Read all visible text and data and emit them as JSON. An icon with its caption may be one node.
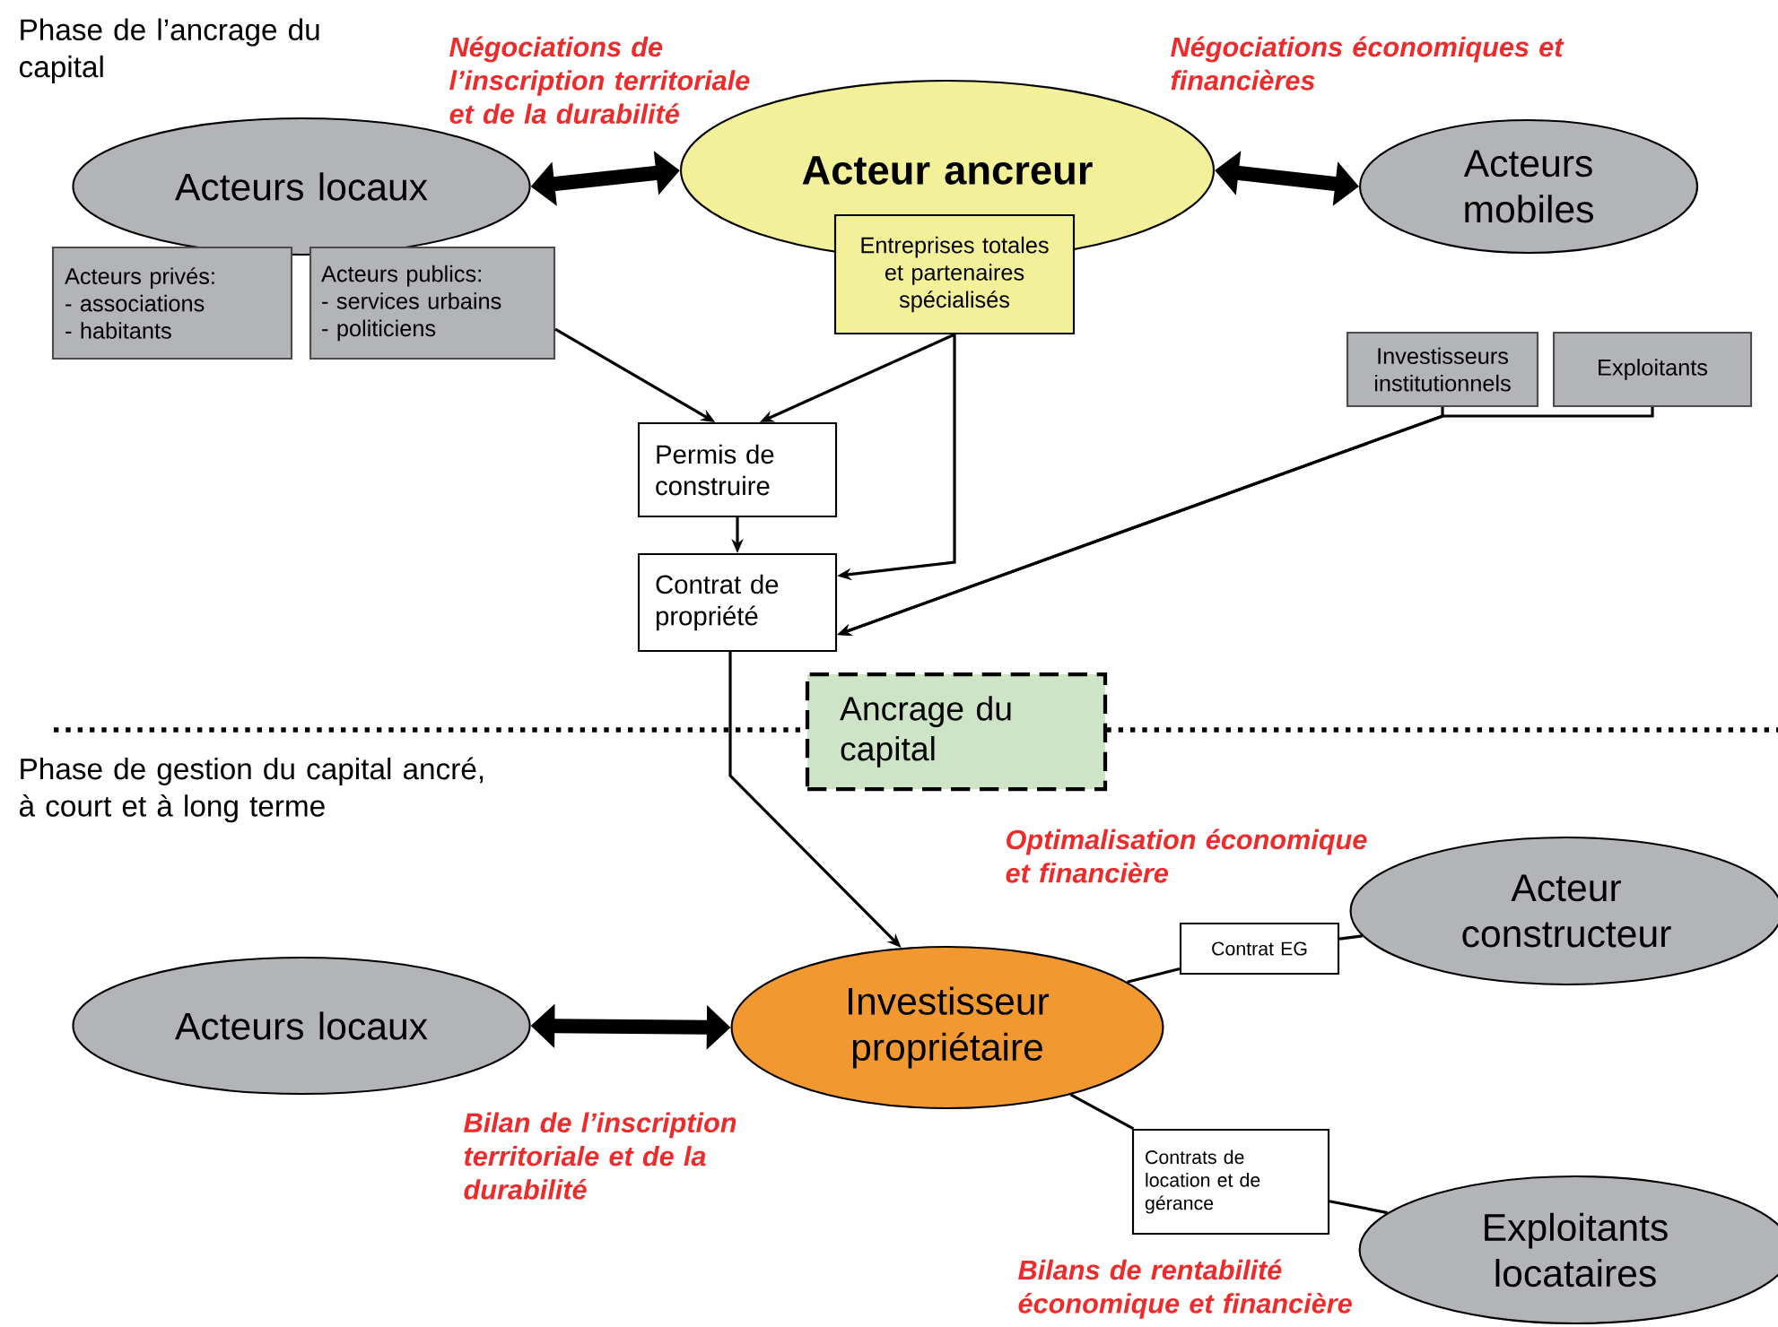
{
  "diagram": {
    "nodes": [
      {
        "text": [
          "Acteurs locaux"
        ]
      },
      {
        "text": [
          "Acteurs privés:",
          "- associations",
          "- habitants"
        ]
      },
      {
        "text": [
          "Acteurs publics:",
          "- services urbains",
          "- politiciens"
        ]
      },
      {
        "text": [
          "Acteur ancreur"
        ]
      },
      {
        "text": [
          "Entreprises totales et partenaires spécialisés"
        ]
      },
      {
        "text": [
          "Acteurs mobiles"
        ]
      },
      {
        "text": [
          "Investisseurs institutionnels"
        ]
      },
      {
        "text": [
          "Exploitants"
        ]
      },
      {
        "text": [
          "Permis de construire"
        ]
      },
      {
        "text": [
          "Contrat de propriété"
        ]
      },
      {
        "text": [
          "Ancrage du capital"
        ]
      },
      {
        "text": [
          "Acteurs locaux"
        ]
      },
      {
        "text": [
          "Investisseur propriétaire"
        ]
      },
      {
        "text": [
          "Contrat EG"
        ]
      },
      {
        "text": [
          "Acteur constructeur"
        ]
      },
      {
        "text": [
          "Contrats de location et de gérance"
        ]
      },
      {
        "text": [
          "Exploitants locataires"
        ]
      }
    ],
    "edges": [
      {
        "from": 0,
        "to": 3,
        "arrow": "both",
        "style": "thick"
      },
      {
        "from": 3,
        "to": 5,
        "arrow": "both",
        "style": "thick"
      },
      {
        "from": 2,
        "to": 8,
        "arrow": "to"
      },
      {
        "from": 4,
        "to": 8,
        "arrow": "to"
      },
      {
        "from": 8,
        "to": 9,
        "arrow": "to"
      },
      {
        "from": 4,
        "to": 9,
        "arrow": "to"
      },
      {
        "from": 6,
        "to": 9,
        "arrow": "to"
      },
      {
        "from": 7,
        "to": 9,
        "arrow": "to"
      },
      {
        "from": 9,
        "to": 12,
        "arrow": "to"
      },
      {
        "from": 11,
        "to": 12,
        "arrow": "both",
        "style": "thick"
      },
      {
        "from": 12,
        "to": 13,
        "arrow": "none"
      },
      {
        "from": 13,
        "to": 14,
        "arrow": "none"
      },
      {
        "from": 12,
        "to": 15,
        "arrow": "none"
      },
      {
        "from": 15,
        "to": 16,
        "arrow": "none"
      }
    ],
    "labels": [
      "Phase de l’ancrage du capital",
      "Négociations de l’inscription territoriale et de la durabilité",
      "Négociations économiques et financières",
      "Phase de gestion du capital ancré, à court et à long terme",
      "Optimalisation économique et financière",
      "Bilan de l’inscription territoriale et de la durabilité",
      "Bilans de rentabilité économique et financière"
    ]
  }
}
